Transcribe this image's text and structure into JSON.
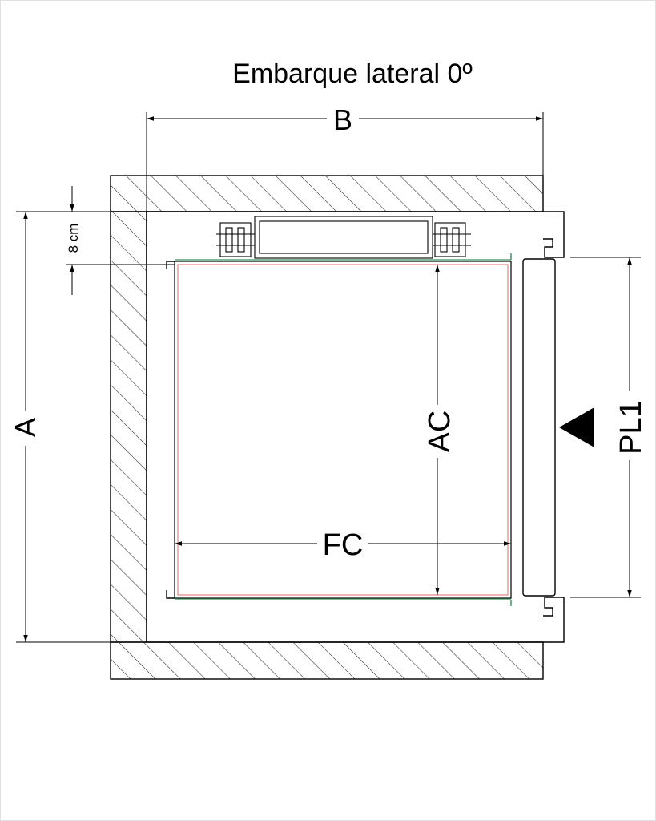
{
  "title": "Embarque lateral 0º",
  "labels": {
    "width_b": "B",
    "depth_a": "A",
    "car_depth": "AC",
    "car_width": "FC",
    "door_width": "PL1",
    "gap": "8 cm"
  },
  "colors": {
    "line": "#000000",
    "hatch": "#333333",
    "car_inner": "#e06a6a",
    "car_edge": "#3a8a5a",
    "door_arrow": "#000000"
  }
}
